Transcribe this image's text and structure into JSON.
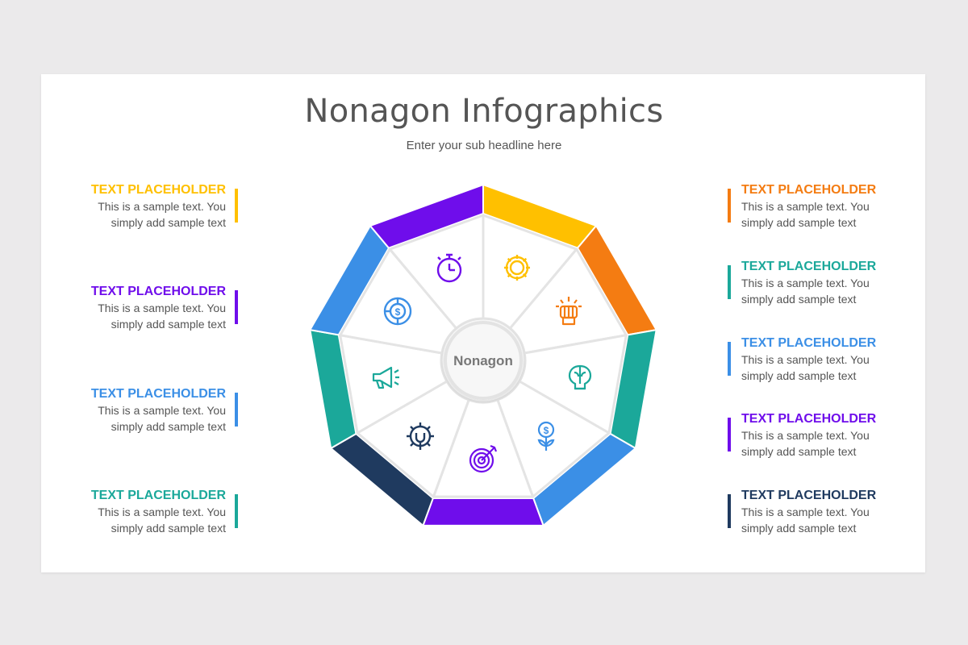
{
  "title": "Nonagon Infographics",
  "subtitle": "Enter your sub headline here",
  "center_label": "Nonagon",
  "colors": {
    "yellow": "#FFC000",
    "orange": "#F47C12",
    "teal": "#1BA89A",
    "blue": "#3B8FE6",
    "purple": "#6F0DEB",
    "navy": "#1F3A5F",
    "gray_text": "#555555"
  },
  "segments": [
    {
      "color": "#FFC000",
      "icon": "gear-icon"
    },
    {
      "color": "#F47C12",
      "icon": "raised-fist-icon"
    },
    {
      "color": "#1BA89A",
      "icon": "brain-icon"
    },
    {
      "color": "#3B8FE6",
      "icon": "money-plant-icon"
    },
    {
      "color": "#6F0DEB",
      "icon": "target-arrow-icon"
    },
    {
      "color": "#1F3A5F",
      "icon": "wrench-gear-icon"
    },
    {
      "color": "#1BA89A",
      "icon": "megaphone-icon"
    },
    {
      "color": "#3B8FE6",
      "icon": "dollar-chart-icon"
    },
    {
      "color": "#6F0DEB",
      "icon": "stopwatch-icon"
    }
  ],
  "left_blocks": [
    {
      "heading": "TEXT PLACEHOLDER",
      "line1": "This is a sample text. You",
      "line2": "simply add sample text",
      "color": "#FFC000"
    },
    {
      "heading": "TEXT PLACEHOLDER",
      "line1": "This is a sample text. You",
      "line2": "simply add sample text",
      "color": "#6F0DEB"
    },
    {
      "heading": "TEXT PLACEHOLDER",
      "line1": "This is a sample text. You",
      "line2": "simply add sample text",
      "color": "#3B8FE6"
    },
    {
      "heading": "TEXT PLACEHOLDER",
      "line1": "This is a sample text. You",
      "line2": "simply add sample text",
      "color": "#1BA89A"
    }
  ],
  "right_blocks": [
    {
      "heading": "TEXT PLACEHOLDER",
      "line1": "This is a sample text. You",
      "line2": "simply add sample text",
      "color": "#F47C12"
    },
    {
      "heading": "TEXT PLACEHOLDER",
      "line1": "This is a sample text. You",
      "line2": "simply add sample text",
      "color": "#1BA89A"
    },
    {
      "heading": "TEXT PLACEHOLDER",
      "line1": "This is a sample text. You",
      "line2": "simply add sample text",
      "color": "#3B8FE6"
    },
    {
      "heading": "TEXT PLACEHOLDER",
      "line1": "This is a sample text. You",
      "line2": "simply add sample text",
      "color": "#6F0DEB"
    },
    {
      "heading": "TEXT PLACEHOLDER",
      "line1": "This is a sample text. You",
      "line2": "simply add sample text",
      "color": "#1F3A5F"
    }
  ]
}
